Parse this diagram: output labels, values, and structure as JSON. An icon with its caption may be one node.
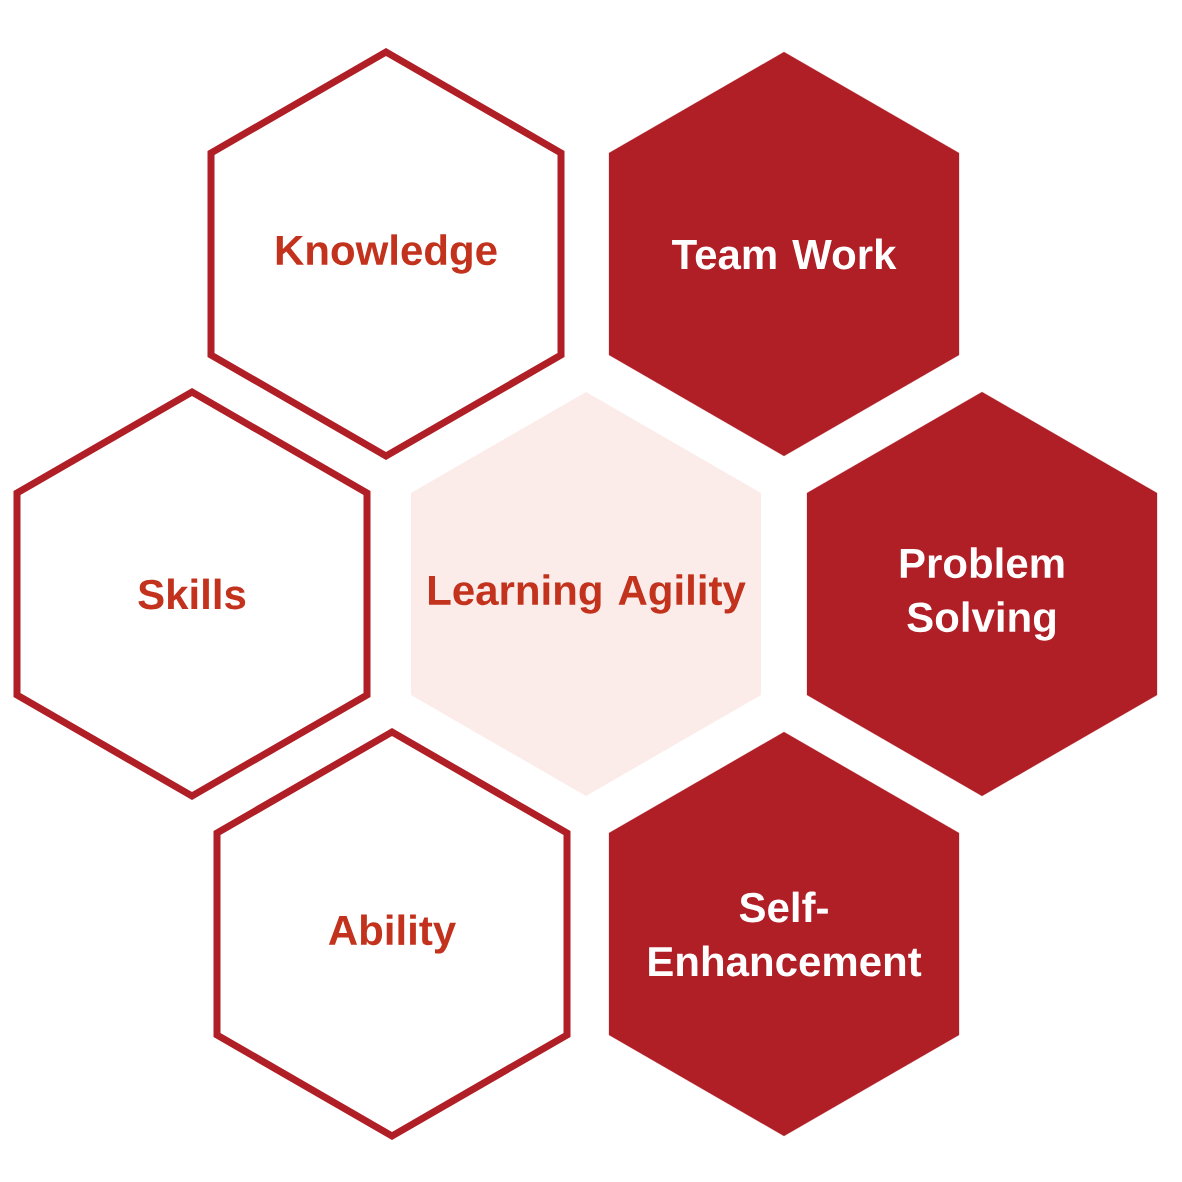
{
  "diagram": {
    "nodes": [
      {
        "text": [
          "Knowledge"
        ]
      },
      {
        "text": [
          "Team Work"
        ]
      },
      {
        "text": [
          "Skills"
        ]
      },
      {
        "text": [
          "Learning Agility"
        ]
      },
      {
        "text": [
          "Problem Solving"
        ]
      },
      {
        "text": [
          "Ability"
        ]
      },
      {
        "text": [
          "Self-Enhancement"
        ]
      }
    ]
  }
}
